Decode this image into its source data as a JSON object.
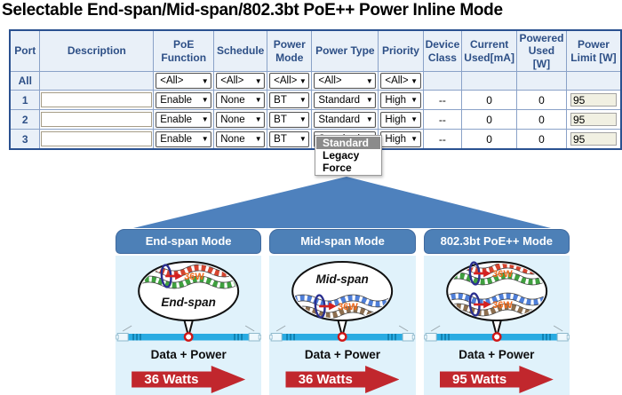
{
  "title": "Selectable End-span/Mid-span/802.3bt PoE++ Power Inline Mode",
  "table": {
    "columns": [
      "Port",
      "Description",
      "PoE Function",
      "Schedule",
      "Power Mode",
      "Power Type",
      "Priority",
      "Device Class",
      "Current Used[mA]",
      "Powered Used [W]",
      "Power Limit [W]"
    ],
    "filter_row": {
      "port": "All",
      "selects": [
        "<All>",
        "<All>",
        "<All>",
        "<All>",
        "<All>"
      ]
    },
    "rows": [
      {
        "port": "1",
        "description": "",
        "poe_function": "Enable",
        "schedule": "None",
        "power_mode": "BT",
        "power_type": "Standard",
        "priority": "High",
        "device_class": "--",
        "current_used": "0",
        "powered_used": "0",
        "power_limit": "95"
      },
      {
        "port": "2",
        "description": "",
        "poe_function": "Enable",
        "schedule": "None",
        "power_mode": "BT",
        "power_type": "Standard",
        "priority": "High",
        "device_class": "--",
        "current_used": "0",
        "powered_used": "0",
        "power_limit": "95"
      },
      {
        "port": "3",
        "description": "",
        "poe_function": "Enable",
        "schedule": "None",
        "power_mode": "BT",
        "power_type": "Standard",
        "priority": "High",
        "device_class": "--",
        "current_used": "0",
        "powered_used": "0",
        "power_limit": "95"
      }
    ]
  },
  "dropdown": {
    "options": [
      "Standard",
      "Legacy",
      "Force"
    ],
    "selected": "Standard"
  },
  "panels": [
    {
      "title": "End-span Mode",
      "layout": "wires-top",
      "bubble_label": "End-span",
      "wire_colors": [
        "red",
        "green"
      ],
      "loop_labels": [
        "36W"
      ],
      "cable_label": "Data + Power",
      "watts": "36 Watts"
    },
    {
      "title": "Mid-span Mode",
      "layout": "wires-bottom",
      "bubble_label": "Mid-span",
      "wire_colors": [
        "blue",
        "brown"
      ],
      "loop_labels": [
        "36W"
      ],
      "cable_label": "Data + Power",
      "watts": "36 Watts"
    },
    {
      "title": "802.3bt PoE++ Mode",
      "layout": "wires-both",
      "bubble_label": "",
      "wire_colors": [
        "red",
        "green",
        "blue",
        "brown"
      ],
      "loop_labels": [
        "36W",
        "36W"
      ],
      "cable_label": "Data + Power",
      "watts": "95 Watts"
    }
  ],
  "colors": {
    "accent_blue": "#4e81bd",
    "panel_header": "#4d80b7",
    "panel_body": "#e0f2fb",
    "table_header_bg": "#e9f0f8",
    "table_border": "#2a5190",
    "header_text": "#2d4f86",
    "cable": "#29abe2",
    "cable_hatch": "#0f7fae",
    "watt_arrow": "#c1272d",
    "wire_red": "#d6452f",
    "wire_green": "#3fa03f",
    "wire_blue": "#4f7fd9",
    "wire_brown": "#8d6e4e",
    "loop_blue": "#2a2f8f",
    "loop_arrow": "#d42020",
    "w_label": "#f26a1b",
    "dropdown_highlight": "#8b8b8b"
  }
}
